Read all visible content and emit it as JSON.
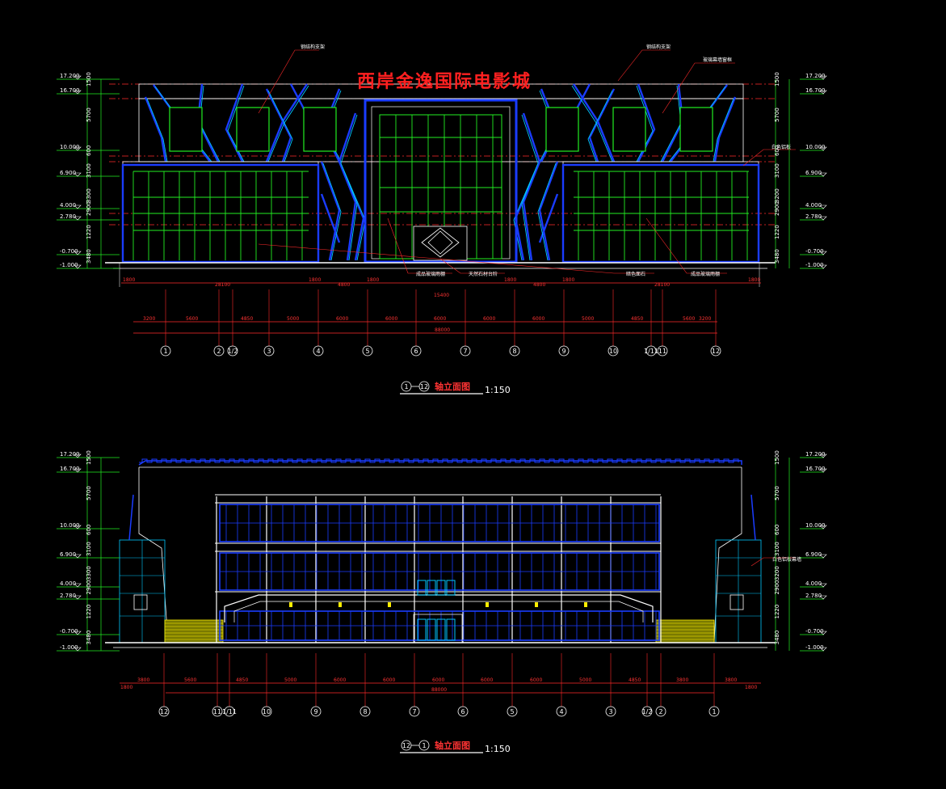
{
  "colors": {
    "background": "#000000",
    "white": "#ffffff",
    "red": "#ff2a2a",
    "green": "#22ee22",
    "blue": "#1a3cff",
    "cyan": "#00c8ff",
    "yellow": "#ffee00"
  },
  "front": {
    "sign": "西岸金逸国际电影城",
    "title_from": "1",
    "title_to": "12",
    "title_text": "轴立面图",
    "scale": "1:150",
    "notes": [
      "钢结构支架",
      "钢结构支架",
      "玻璃幕墙窗框",
      "白色铝板",
      "成品玻璃雨棚",
      "天然石材台阶",
      "成品玻璃雨棚",
      "暗色面石"
    ],
    "dims_top": [
      "1800",
      "28100",
      "1800",
      "4800",
      "1800",
      "15400",
      "1800",
      "4800",
      "1800",
      "28100",
      "1800"
    ],
    "dims_bottom": [
      "3200",
      "5600",
      "4850",
      "5000",
      "6000",
      "6000",
      "6000",
      "6000",
      "6000",
      "5000",
      "4850",
      "5600",
      "3200"
    ],
    "overall": "88000",
    "axes": [
      "1",
      "2",
      "1/2",
      "3",
      "4",
      "5",
      "6",
      "7",
      "8",
      "9",
      "10",
      "1/11",
      "11",
      "12"
    ]
  },
  "rear": {
    "title_from": "12",
    "title_to": "1",
    "title_text": "轴立面图",
    "scale": "1:150",
    "notes": [
      "白色铝板幕墙"
    ],
    "dims": [
      "3800",
      "5600",
      "4850",
      "5000",
      "6000",
      "6000",
      "6000",
      "6000",
      "6000",
      "5000",
      "4850",
      "3800",
      "3800"
    ],
    "side_dims": [
      "1800",
      "1800"
    ],
    "overall": "88000",
    "axes": [
      "12",
      "11",
      "1/11",
      "10",
      "9",
      "8",
      "7",
      "6",
      "5",
      "4",
      "3",
      "1/2",
      "2",
      "1"
    ]
  },
  "levels": [
    "17.200",
    "16.700",
    "10.000",
    "6.900",
    "4.000",
    "2.780",
    "-0.700",
    "-1.000"
  ],
  "level_dims": [
    "1500",
    "1500",
    "5700",
    "600",
    "3100",
    "3300",
    "2900",
    "1220",
    "3480",
    "300"
  ],
  "level_dims_right": [
    "1500",
    "5700",
    "600",
    "3100",
    "3200",
    "2900",
    "1220",
    "3480",
    "300"
  ]
}
